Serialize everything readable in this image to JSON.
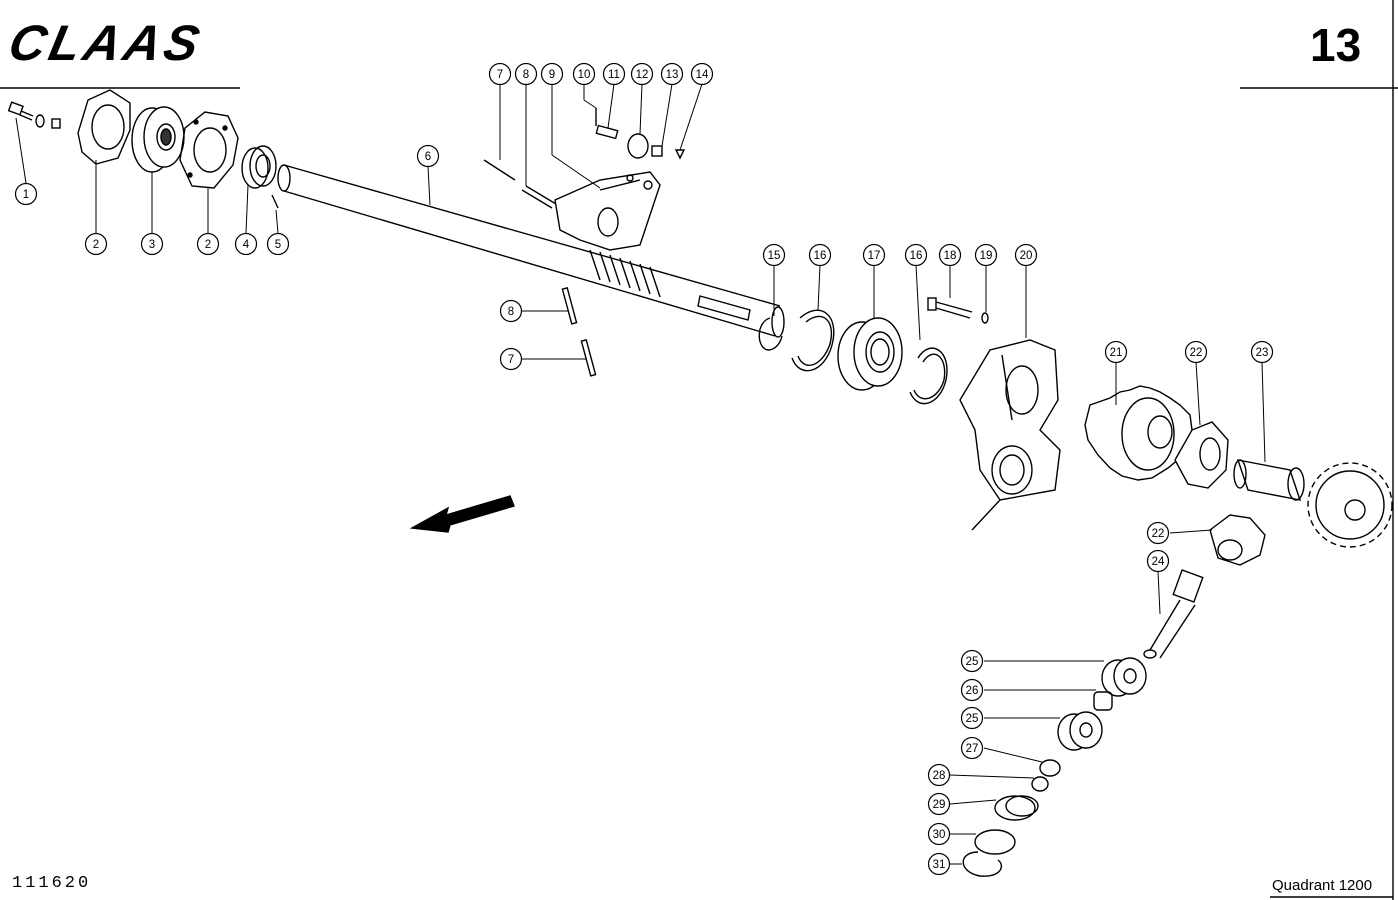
{
  "header": {
    "brand": "CLAAS",
    "page_number": "13"
  },
  "footer": {
    "drawing_number": "111620",
    "model": "Quadrant 1200"
  },
  "callouts": [
    "1",
    "2",
    "3",
    "2",
    "4",
    "5",
    "6",
    "7",
    "8",
    "9",
    "10",
    "11",
    "12",
    "13",
    "14",
    "8",
    "7",
    "15",
    "16",
    "17",
    "16",
    "18",
    "19",
    "20",
    "21",
    "22",
    "23",
    "22",
    "24",
    "25",
    "26",
    "25",
    "27",
    "28",
    "29",
    "30",
    "31"
  ]
}
